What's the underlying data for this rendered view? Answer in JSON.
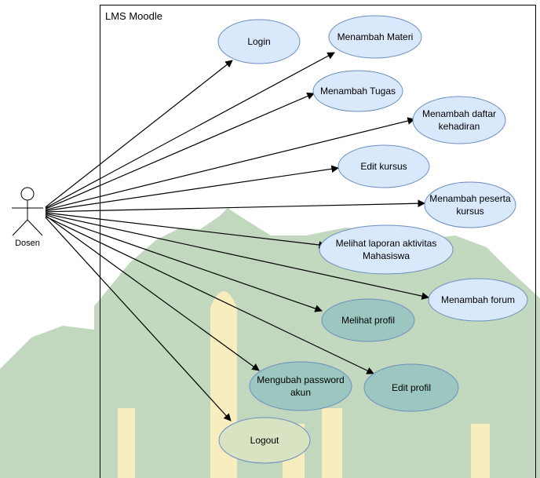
{
  "system": {
    "title": "LMS Moodle"
  },
  "actor": {
    "name": "Dosen"
  },
  "use_cases": [
    {
      "id": "login",
      "lines": [
        "Login"
      ]
    },
    {
      "id": "menambah-materi",
      "lines": [
        "Menambah Materi"
      ]
    },
    {
      "id": "menambah-tugas",
      "lines": [
        "Menambah Tugas"
      ]
    },
    {
      "id": "menambah-daftar-kehadiran",
      "lines": [
        "Menambah daftar",
        "kehadiran"
      ]
    },
    {
      "id": "edit-kursus",
      "lines": [
        "Edit kursus"
      ]
    },
    {
      "id": "menambah-peserta-kursus",
      "lines": [
        "Menambah peserta",
        "kursus"
      ]
    },
    {
      "id": "melihat-laporan-aktivitas",
      "lines": [
        "Melihat laporan aktivitas",
        "Mahasiswa"
      ]
    },
    {
      "id": "menambah-forum",
      "lines": [
        "Menambah forum"
      ]
    },
    {
      "id": "melihat-profil",
      "lines": [
        "Melihat profil"
      ]
    },
    {
      "id": "mengubah-password-akun",
      "lines": [
        "Mengubah password",
        "akun"
      ]
    },
    {
      "id": "edit-profil",
      "lines": [
        "Edit profil"
      ]
    },
    {
      "id": "logout",
      "lines": [
        "Logout"
      ]
    }
  ],
  "colors": {
    "ellipse_fill": "#dae8fc",
    "ellipse_stroke": "#6c8ebf",
    "line": "#000000",
    "watermark_green": "#8fb88a",
    "watermark_yellow": "#f2e08a"
  }
}
